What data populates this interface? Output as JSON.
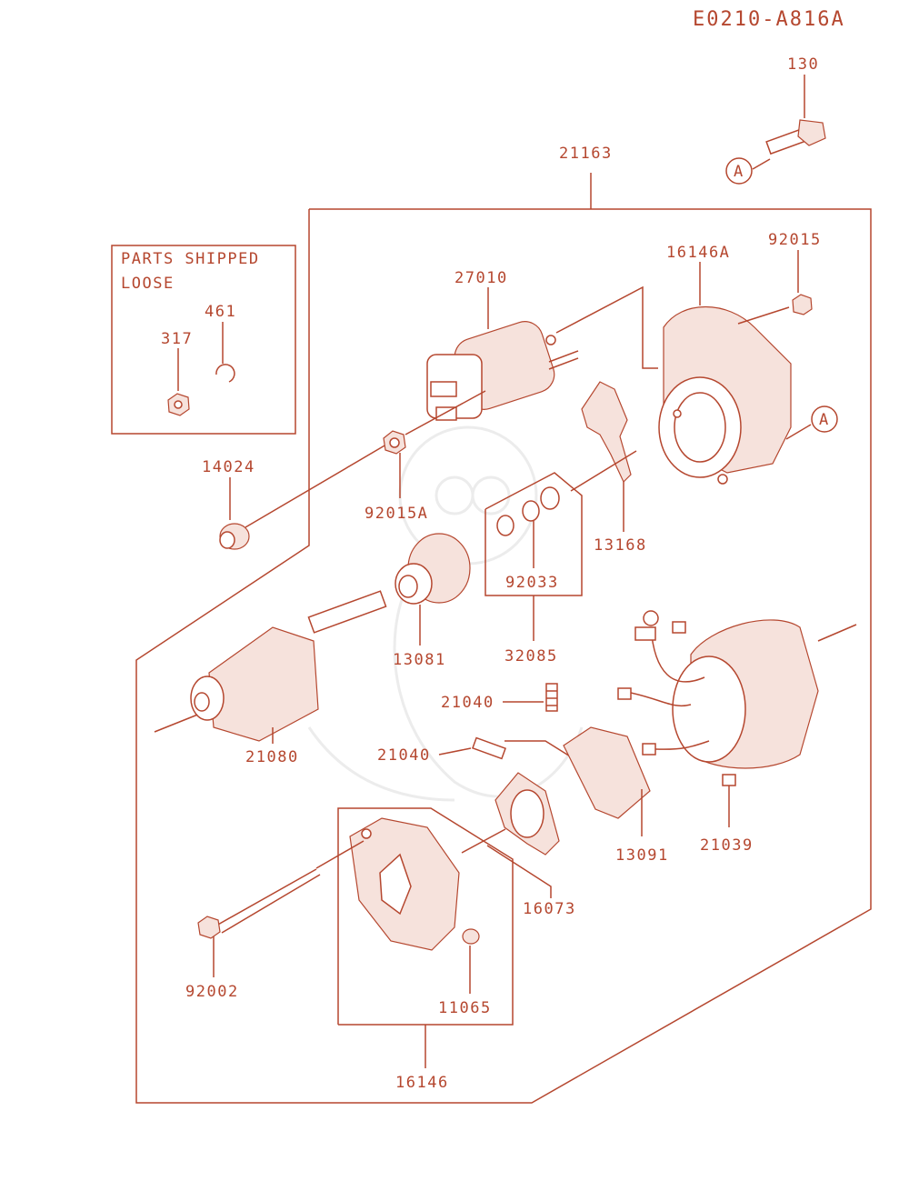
{
  "diagram_code": "E0210-A816A",
  "loose_box": {
    "line1": "PARTS SHIPPED",
    "line2": "LOOSE"
  },
  "ref_marker": "A",
  "part_numbers": {
    "p130": "130",
    "p21163": "21163",
    "p16146A": "16146A",
    "p92015": "92015",
    "p27010": "27010",
    "p461": "461",
    "p317": "317",
    "p14024": "14024",
    "p92015A": "92015A",
    "p13168": "13168",
    "p92033": "92033",
    "p13081": "13081",
    "p32085": "32085",
    "p21080": "21080",
    "p21040a": "21040",
    "p21040b": "21040",
    "p13091": "13091",
    "p21039": "21039",
    "p16073": "16073",
    "p92002": "92002",
    "p11065": "11065",
    "p16146": "16146"
  },
  "colors": {
    "line": "#b5472f",
    "background": "#ffffff"
  }
}
